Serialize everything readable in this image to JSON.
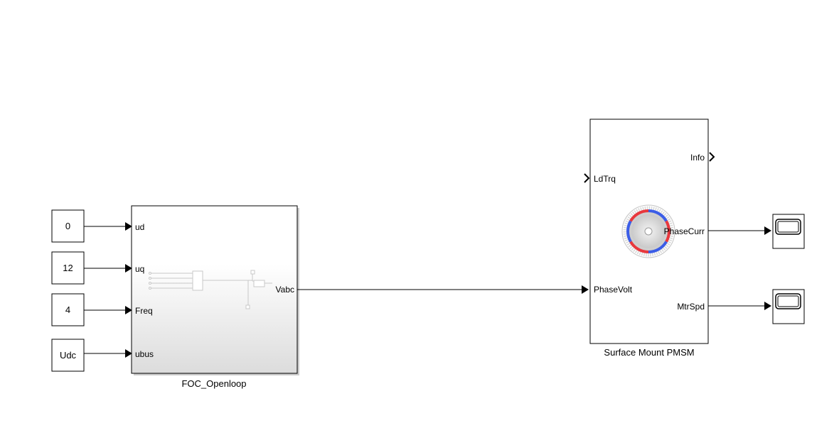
{
  "constants": [
    {
      "id": "const-0",
      "value": "0"
    },
    {
      "id": "const-12",
      "value": "12"
    },
    {
      "id": "const-4",
      "value": "4"
    },
    {
      "id": "const-udc",
      "value": "Udc"
    }
  ],
  "foc_block": {
    "name": "FOC_Openloop",
    "inputs": [
      "ud",
      "uq",
      "Freq",
      "ubus"
    ],
    "output": "Vabc"
  },
  "pmsm_block": {
    "name": "Surface Mount PMSM",
    "inputs": [
      "LdTrq",
      "PhaseVolt"
    ],
    "outputs": [
      "Info",
      "PhaseCurr",
      "MtrSpd"
    ]
  },
  "colors": {
    "line": "#000000",
    "motor_red": "#e8383d",
    "motor_blue": "#3b5de7",
    "gradient_bottom": "#dcdcdc"
  }
}
